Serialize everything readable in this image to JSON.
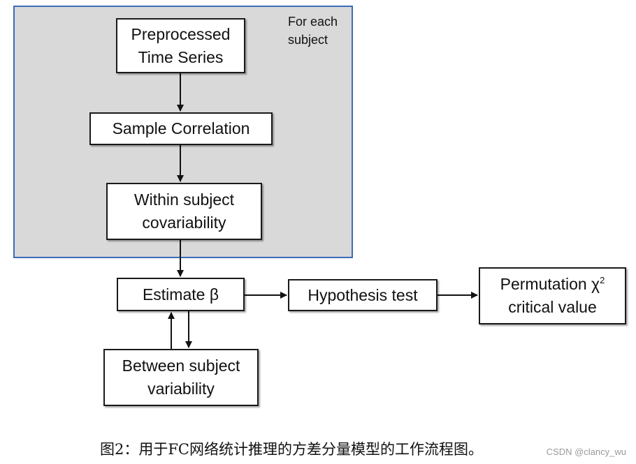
{
  "region": {
    "label": "For each\nsubject",
    "border_color": "#3d6ab8",
    "fill_color": "#d9d9d9"
  },
  "nodes": {
    "preprocessed": "Preprocessed\nTime Series",
    "sample_correlation": "Sample Correlation",
    "within_subject": "Within subject\ncovariability",
    "estimate_beta": "Estimate β",
    "hypothesis_test": "Hypothesis test",
    "permutation": "Permutation χ",
    "permutation_sup": "2",
    "permutation_line2": "critical value",
    "between_subject": "Between subject\nvariability"
  },
  "caption": "图2：用于FC网络统计推理的方差分量模型的工作流程图。",
  "watermark": "CSDN @clancy_wu"
}
